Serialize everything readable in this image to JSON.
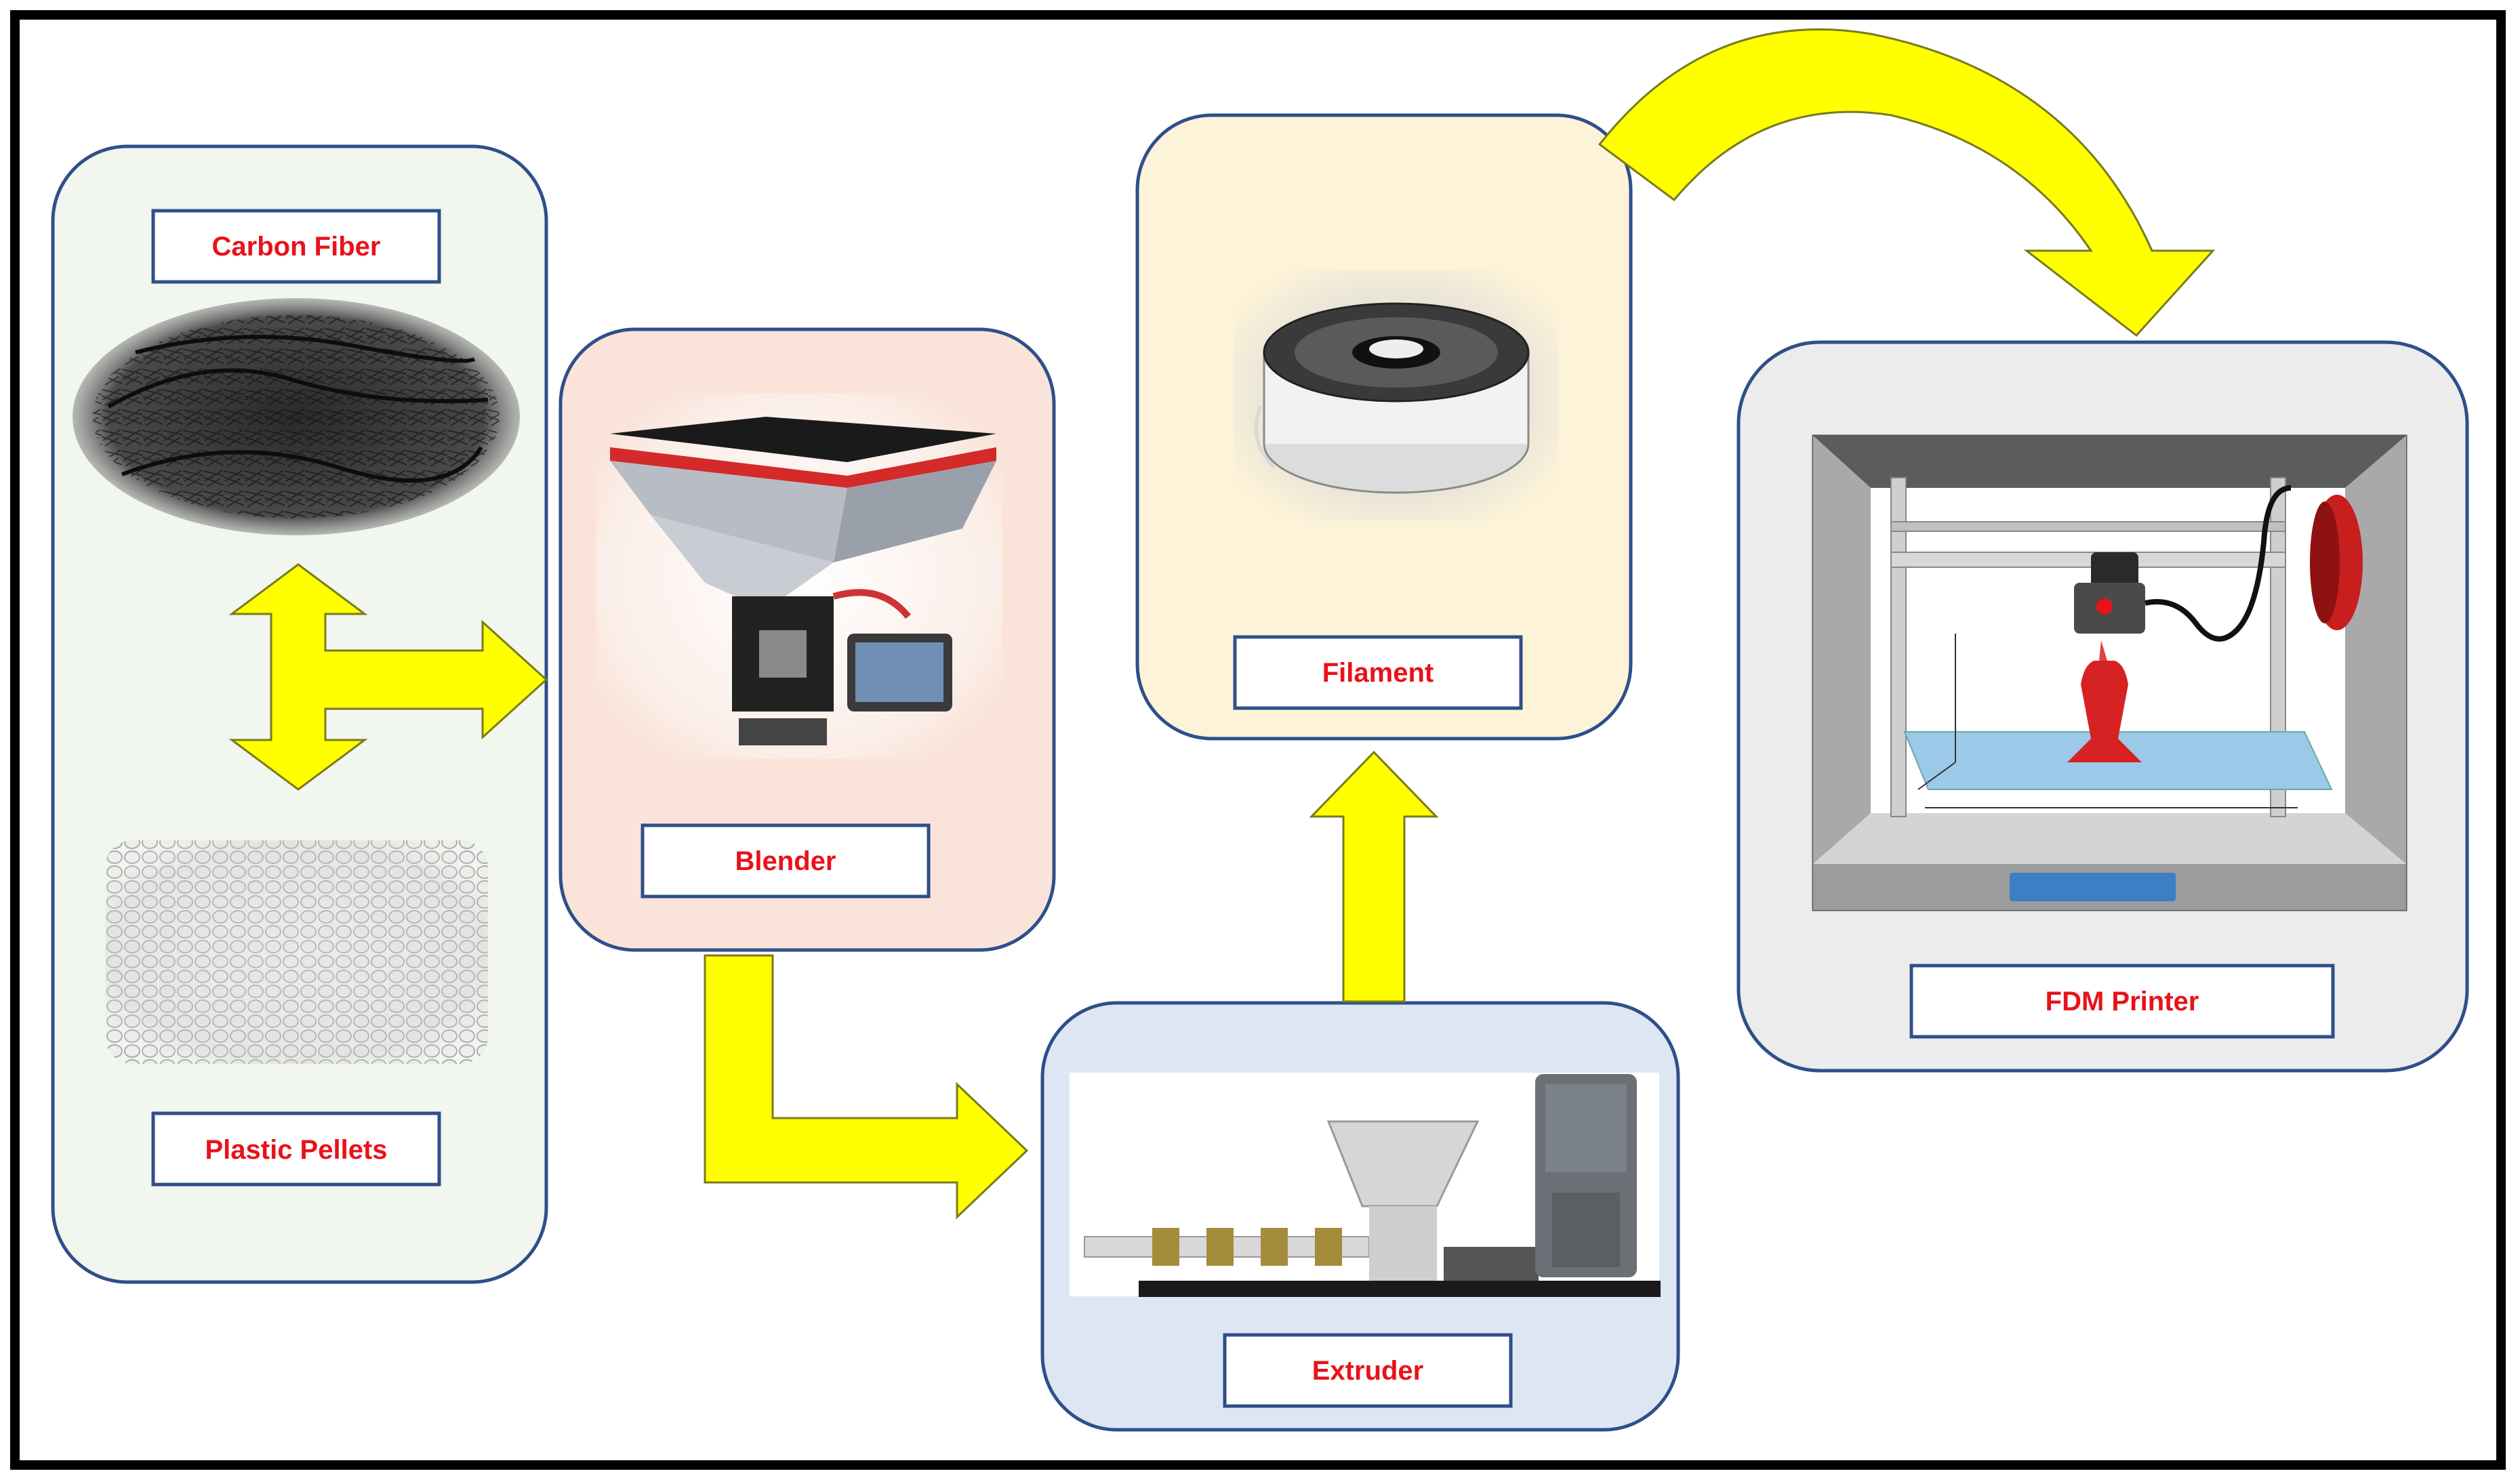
{
  "nodes": {
    "carbon_fiber": {
      "label": "Carbon Fiber",
      "fill": "#f1f6ee"
    },
    "plastic_pellets": {
      "label": "Plastic Pellets",
      "fill": "#f1f6ee"
    },
    "blender": {
      "label": "Blender",
      "fill": "#fae3d9"
    },
    "extruder": {
      "label": "Extruder",
      "fill": "#dde7f4"
    },
    "filament": {
      "label": "Filament",
      "fill": "#fdf3d8"
    },
    "fdm_printer": {
      "label": "FDM Printer",
      "fill": "#ececec"
    }
  },
  "edges": [
    {
      "from": "materials",
      "to": "blender"
    },
    {
      "from": "blender",
      "to": "extruder"
    },
    {
      "from": "extruder",
      "to": "filament"
    },
    {
      "from": "filament",
      "to": "fdm_printer"
    }
  ],
  "colors": {
    "arrow_fill": "#ffff00",
    "arrow_stroke": "#7a7a1e",
    "box_border": "#2f4f8a",
    "label_text": "#e8121a",
    "frame": "#000000"
  },
  "icons": {
    "carbon_fiber": "carbon-fiber-image",
    "plastic_pellets": "plastic-pellets-image",
    "blender": "gravimetric-blender-image",
    "extruder": "extruder-machine-image",
    "filament": "filament-spool-image",
    "fdm_printer": "fdm-3d-printer-image"
  }
}
